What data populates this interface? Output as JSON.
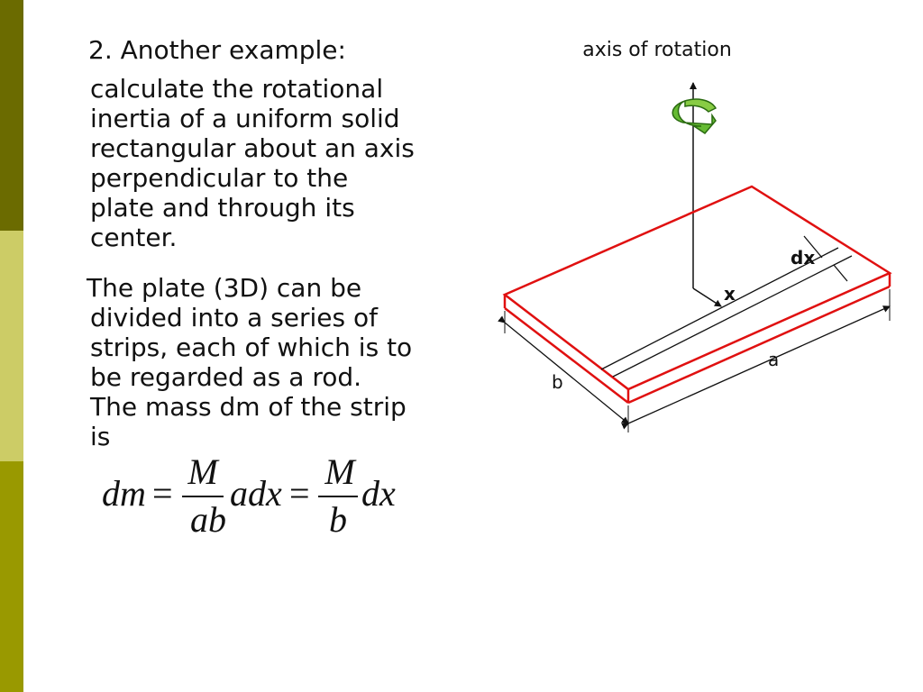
{
  "slide": {
    "heading": "2. Another example:",
    "paragraph1": "calculate the rotational inertia of a uniform solid rectangular about an axis perpendicular to the plate and through its center.",
    "paragraph1_lines": [
      "calculate the rotational",
      "inertia of a uniform solid",
      "rectangular about an axis",
      "perpendicular to the",
      "plate and through its",
      "center."
    ],
    "paragraph2_lines": [
      "The plate (3D) can be",
      "divided into a series of",
      "strips, each of which is to",
      "be regarded as a rod.",
      "The mass dm of the strip",
      "is"
    ]
  },
  "equation": {
    "lhs": "dm",
    "eq1": "=",
    "frac1_num": "M",
    "frac1_den": "ab",
    "mid": "adx",
    "eq2": "=",
    "frac2_num": "M",
    "frac2_den": "b",
    "rhs": "dx"
  },
  "diagram": {
    "axis_label": "axis of rotation",
    "dx_label": "dx",
    "x_label": "x",
    "a_label": "a",
    "b_label": "b"
  },
  "colors": {
    "bar_top": "#6b6b00",
    "bar_mid": "#cccc66",
    "bar_bottom": "#999900",
    "plate_edge": "#e01010",
    "arrow_green": "#66bb33"
  }
}
